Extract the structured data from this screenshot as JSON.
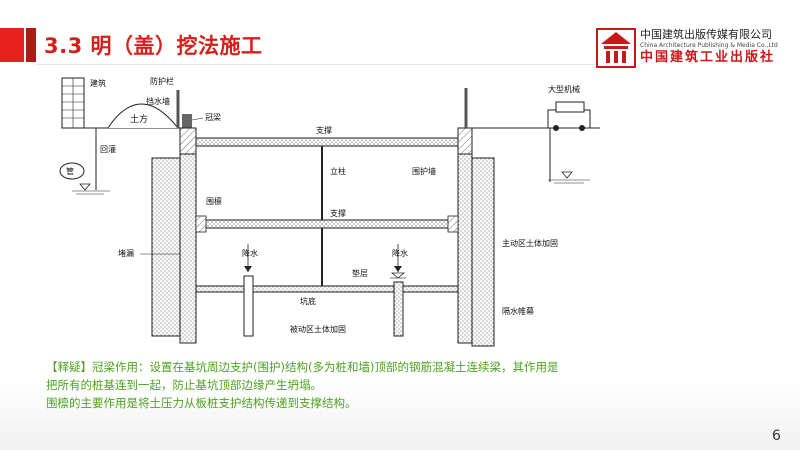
{
  "header": {
    "title": "3.3 明（盖）挖法施工",
    "accent_color": "#e8231f"
  },
  "publisher": {
    "name_cn": "中国建筑出版传媒有限公司",
    "name_en": "China Architecture Publishing & Media Co.,Ltd",
    "calligraphy": "中国建筑工业出版社",
    "logo_icon": "publisher-seal-icon"
  },
  "diagram": {
    "labels": {
      "building": "建筑",
      "guardrail": "防护栏",
      "retaining_wall": "挡水墙",
      "soil": "土方",
      "capping_beam": "冠梁",
      "backfill": "回灌",
      "pipe": "管",
      "strut_top": "支撑",
      "column": "立柱",
      "enclosure_wall": "围护墙",
      "waling": "围檩",
      "strut_mid": "支撑",
      "plugging": "堵漏",
      "dewatering_left": "降水",
      "dewatering_right": "降水",
      "cushion": "垫层",
      "pit_bottom": "坑底",
      "passive_reinforce": "被动区土体加固",
      "active_reinforce": "主动区土体加固",
      "water_curtain": "隔水帷幕",
      "machinery": "大型机械"
    }
  },
  "note": {
    "line1": "【释疑】冠梁作用：设置在基坑周边支护(围护)结构(多为桩和墙)顶部的钢筋混凝土连续梁，其作用是",
    "line2": "把所有的桩基连到一起，防止基坑顶部边缘产生坍塌。",
    "line3": "围檩的主要作用是将土压力从板桩支护结构传递到支撑结构。",
    "color": "#4da31f"
  },
  "page": {
    "number": "6"
  }
}
